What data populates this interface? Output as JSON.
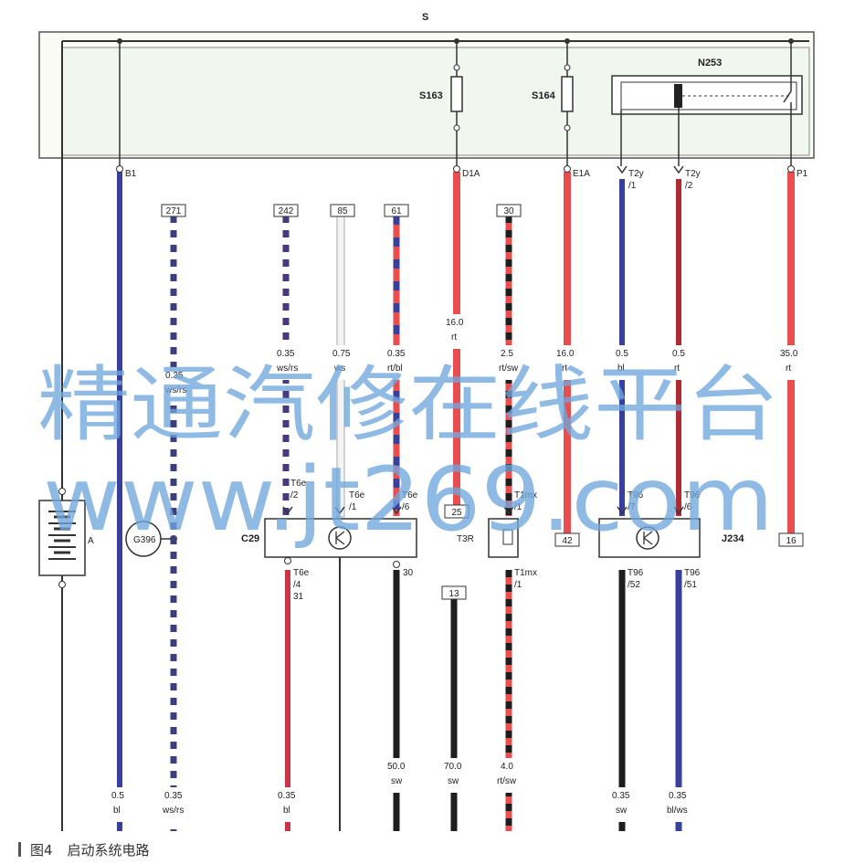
{
  "diagram": {
    "rail_label": "S",
    "fuse_1": "S163",
    "fuse_2": "S164",
    "relay": "N253",
    "pins_top": {
      "b1": "B1",
      "d1a": "D1A",
      "e1a": "E1A",
      "t2y_1": "T2y",
      "t2y_1_num": "/1",
      "t2y_2": "T2y",
      "t2y_2_num": "/2",
      "p1": "P1"
    },
    "conn_tags": {
      "c271": "271",
      "c242": "242",
      "c85": "85",
      "c61": "61",
      "c30": "30",
      "c25": "25",
      "c42": "42",
      "c16": "16",
      "c13": "13"
    },
    "wire_specs": {
      "w1": {
        "size": "0.35",
        "color": "ws/rs"
      },
      "w2": {
        "size": "0.35",
        "color": "ws/rs"
      },
      "w3": {
        "size": "0.75",
        "color": "ws"
      },
      "w4": {
        "size": "0.35",
        "color": "rt/bl"
      },
      "w5": {
        "size": "16.0",
        "color": "rt"
      },
      "w6": {
        "size": "2.5",
        "color": "rt/sw"
      },
      "w7": {
        "size": "16.0",
        "color": "rt"
      },
      "w8": {
        "size": "0.5",
        "color": "bl"
      },
      "w9": {
        "size": "0.5",
        "color": "rt"
      },
      "w10": {
        "size": "35.0",
        "color": "rt"
      }
    },
    "components": {
      "battery": "A",
      "sensor": "G396",
      "c29": "C29",
      "t3r": "T3R",
      "j234": "J234"
    },
    "pins_mid": {
      "t6e_2": "T6e",
      "t6e_2n": "/2",
      "t6e_1": "T6e",
      "t6e_1n": "/1",
      "t6e_6": "T6e",
      "t6e_6n": "/6",
      "t1mx_a": "T1mx",
      "t1mx_an": "/1",
      "t96_a": "T96",
      "t96_an": "/7",
      "t96_b": "T96",
      "t96_bn": "/6"
    },
    "pins_low": {
      "t6e_4": "T6e",
      "t6e_4n": "/4",
      "t6e_4c": "31",
      "p30": "30",
      "t1mx_b": "T1mx",
      "t1mx_bn": "/1",
      "t96_c": "T96",
      "t96_cn": "/52",
      "t96_d": "T96",
      "t96_dn": "/51"
    },
    "wire_bottom": {
      "b1": {
        "size": "50.0",
        "color": "sw"
      },
      "b2": {
        "size": "70.0",
        "color": "sw"
      },
      "b3": {
        "size": "4.0",
        "color": "rt/sw"
      }
    },
    "wire_foot": {
      "f1": {
        "size": "0.5",
        "color": "bl"
      },
      "f2": {
        "size": "0.35",
        "color": "ws/rs"
      },
      "f3": {
        "size": "0.35",
        "color": "bl"
      },
      "f4": {
        "size": "0.35",
        "color": "sw"
      },
      "f5": {
        "size": "0.35",
        "color": "bl/ws"
      }
    },
    "watermark_1": "精通汽修在线平台",
    "watermark_2": "www.jt269.com"
  },
  "caption": {
    "figure": "图4",
    "title": "启动系统电路"
  },
  "colors": {
    "red": "#e84e4e",
    "blue": "#383f9c",
    "black": "#1e1e1e",
    "watermark": "#6fa6dc"
  }
}
